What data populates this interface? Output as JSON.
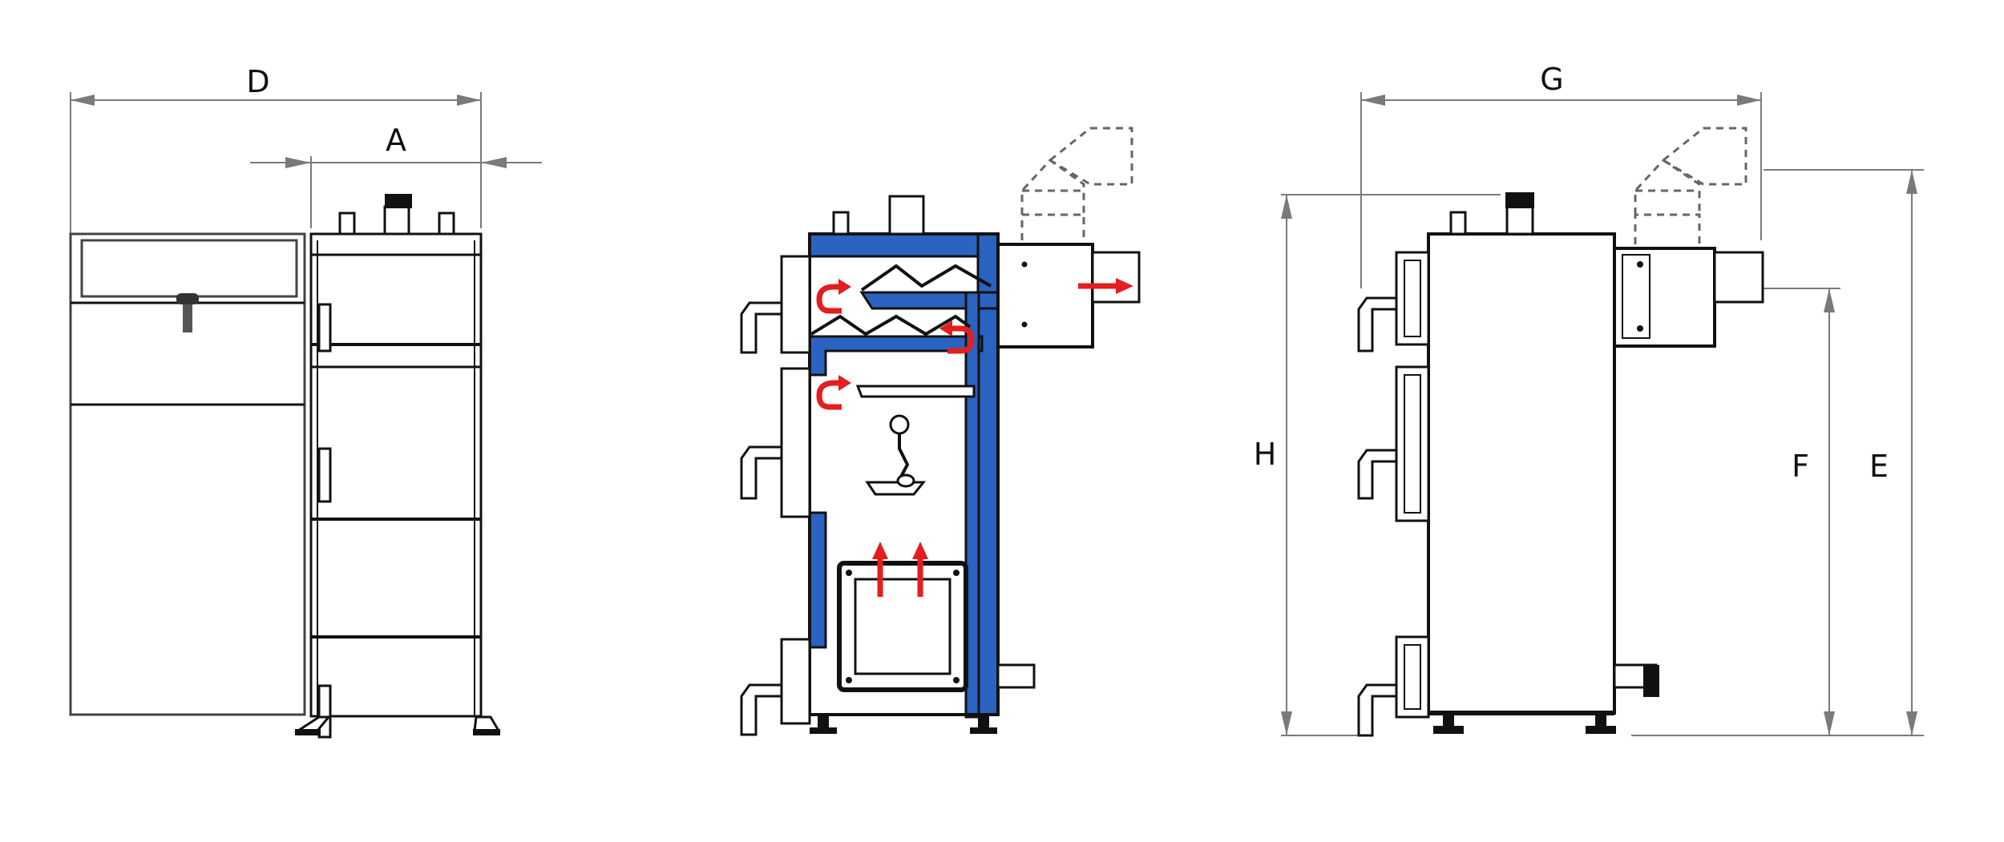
{
  "dimension_labels": {
    "d": "D",
    "a": "A",
    "g": "G",
    "h": "H",
    "f": "F",
    "e": "E"
  },
  "colors": {
    "water_jacket": "#2a63c0",
    "flow_arrows": "#e41e1e",
    "dimension_lines": "#7a7a7a"
  }
}
